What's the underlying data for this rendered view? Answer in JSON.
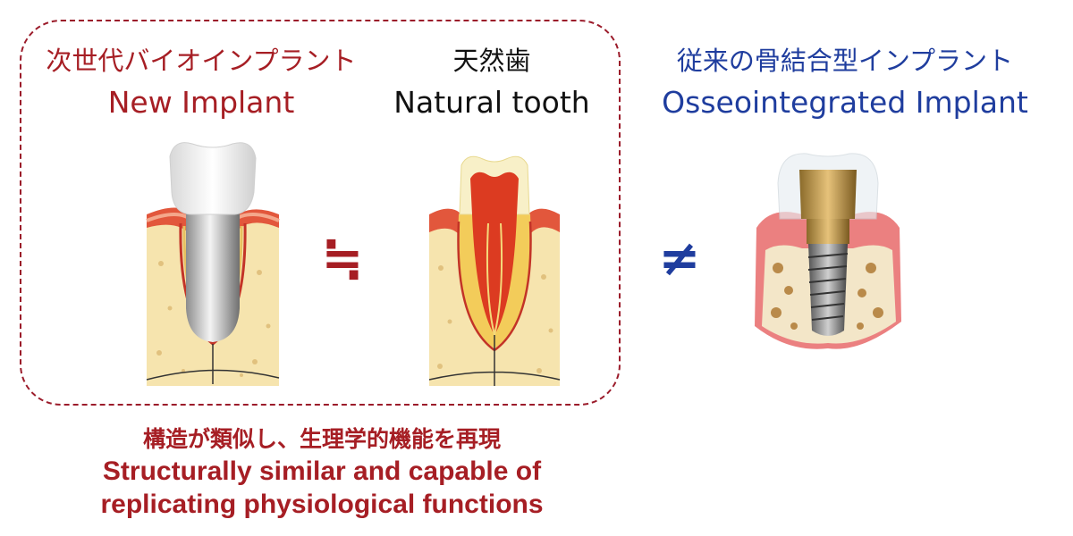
{
  "new_implant": {
    "label_jp": "次世代バイオインプラント",
    "label_en": "New Implant"
  },
  "natural_tooth": {
    "label_jp": "天然歯",
    "label_en": "Natural tooth"
  },
  "conventional_implant": {
    "label_jp": "従来の骨結合型インプラント",
    "label_en": "Osseointegrated Implant"
  },
  "symbols": {
    "approx_equal": "≒",
    "not_equal": "≠"
  },
  "caption": {
    "jp": "構造が類似し、生理学的機能を再現",
    "en_line1": "Structurally similar and capable of",
    "en_line2": "replicating physiological functions"
  },
  "colors": {
    "accent_red": "#a61e24",
    "accent_blue": "#1f3d9e",
    "text_black": "#111111"
  },
  "icons": [
    "new-implant-illustration",
    "natural-tooth-illustration",
    "osseointegrated-implant-illustration"
  ]
}
